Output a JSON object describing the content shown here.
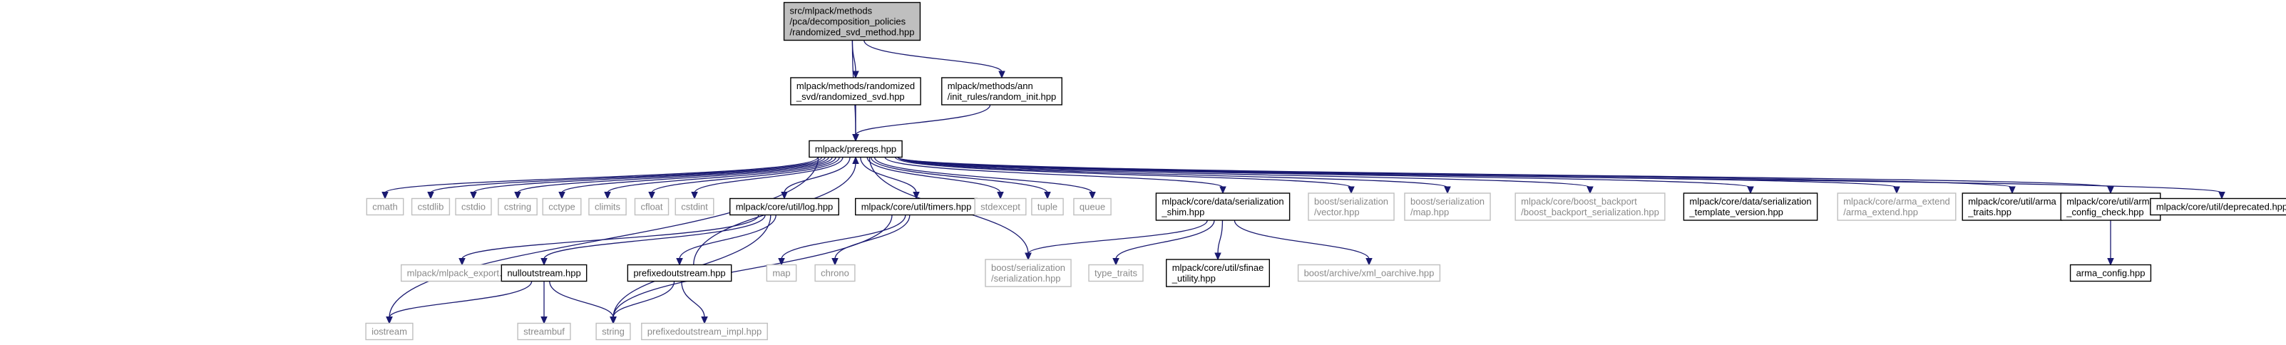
{
  "diagram": {
    "type": "include-dependency-graph",
    "colors": {
      "edge": "#191970",
      "root_fill": "#bfbfbf",
      "root_stroke": "#000000",
      "documented_stroke": "#000000",
      "documented_text": "#000000",
      "external_stroke": "#bfbfbf",
      "external_text": "#8a8a8a",
      "fill": "#ffffff"
    },
    "nodes": [
      {
        "id": "root",
        "kind": "root",
        "lines": [
          "src/mlpack/methods",
          "/pca/decomposition_policies",
          "/randomized_svd_method.hpp"
        ]
      },
      {
        "id": "rsvd",
        "kind": "documented",
        "lines": [
          "mlpack/methods/randomized",
          "_svd/randomized_svd.hpp"
        ]
      },
      {
        "id": "rinit",
        "kind": "documented",
        "lines": [
          "mlpack/methods/ann",
          "/init_rules/random_init.hpp"
        ]
      },
      {
        "id": "prereqs",
        "kind": "documented",
        "lines": [
          "mlpack/prereqs.hpp"
        ]
      },
      {
        "id": "cmath",
        "kind": "external",
        "lines": [
          "cmath"
        ]
      },
      {
        "id": "cstdlib",
        "kind": "external",
        "lines": [
          "cstdlib"
        ]
      },
      {
        "id": "cstdio",
        "kind": "external",
        "lines": [
          "cstdio"
        ]
      },
      {
        "id": "cstring",
        "kind": "external",
        "lines": [
          "cstring"
        ]
      },
      {
        "id": "cctype",
        "kind": "external",
        "lines": [
          "cctype"
        ]
      },
      {
        "id": "climits",
        "kind": "external",
        "lines": [
          "climits"
        ]
      },
      {
        "id": "cfloat",
        "kind": "external",
        "lines": [
          "cfloat"
        ]
      },
      {
        "id": "cstdint",
        "kind": "external",
        "lines": [
          "cstdint"
        ]
      },
      {
        "id": "log",
        "kind": "documented",
        "lines": [
          "mlpack/core/util/log.hpp"
        ]
      },
      {
        "id": "timers",
        "kind": "documented",
        "lines": [
          "mlpack/core/util/timers.hpp"
        ]
      },
      {
        "id": "stdexcept",
        "kind": "external",
        "lines": [
          "stdexcept"
        ]
      },
      {
        "id": "tuple",
        "kind": "external",
        "lines": [
          "tuple"
        ]
      },
      {
        "id": "queue",
        "kind": "external",
        "lines": [
          "queue"
        ]
      },
      {
        "id": "shim",
        "kind": "documented",
        "lines": [
          "mlpack/core/data/serialization",
          "_shim.hpp"
        ]
      },
      {
        "id": "bvector",
        "kind": "external",
        "lines": [
          "boost/serialization",
          "/vector.hpp"
        ]
      },
      {
        "id": "bmap",
        "kind": "external",
        "lines": [
          "boost/serialization",
          "/map.hpp"
        ]
      },
      {
        "id": "bbackport",
        "kind": "external",
        "lines": [
          "mlpack/core/boost_backport",
          "/boost_backport_serialization.hpp"
        ]
      },
      {
        "id": "stv",
        "kind": "documented",
        "lines": [
          "mlpack/core/data/serialization",
          "_template_version.hpp"
        ]
      },
      {
        "id": "armaext",
        "kind": "external",
        "lines": [
          "mlpack/core/arma_extend",
          "/arma_extend.hpp"
        ]
      },
      {
        "id": "armatraits",
        "kind": "documented",
        "lines": [
          "mlpack/core/util/arma",
          "_traits.hpp"
        ]
      },
      {
        "id": "armacfgchk",
        "kind": "documented",
        "lines": [
          "mlpack/core/util/arma",
          "_config_check.hpp"
        ]
      },
      {
        "id": "deprecated",
        "kind": "documented",
        "lines": [
          "mlpack/core/util/deprecated.hpp"
        ]
      },
      {
        "id": "export",
        "kind": "external",
        "lines": [
          "mlpack/mlpack_export.hpp"
        ]
      },
      {
        "id": "nullout",
        "kind": "documented",
        "lines": [
          "nulloutstream.hpp"
        ]
      },
      {
        "id": "prefixout",
        "kind": "documented",
        "lines": [
          "prefixedoutstream.hpp"
        ]
      },
      {
        "id": "map",
        "kind": "external",
        "lines": [
          "map"
        ]
      },
      {
        "id": "chrono",
        "kind": "external",
        "lines": [
          "chrono"
        ]
      },
      {
        "id": "bser",
        "kind": "external",
        "lines": [
          "boost/serialization",
          "/serialization.hpp"
        ]
      },
      {
        "id": "typetraits",
        "kind": "external",
        "lines": [
          "type_traits"
        ]
      },
      {
        "id": "sfinae",
        "kind": "documented",
        "lines": [
          "mlpack/core/util/sfinae",
          "_utility.hpp"
        ]
      },
      {
        "id": "xmlo",
        "kind": "external",
        "lines": [
          "boost/archive/xml_oarchive.hpp"
        ]
      },
      {
        "id": "armacfg",
        "kind": "documented",
        "lines": [
          "arma_config.hpp"
        ]
      },
      {
        "id": "iostream",
        "kind": "external",
        "lines": [
          "iostream"
        ]
      },
      {
        "id": "streambuf",
        "kind": "external",
        "lines": [
          "streambuf"
        ]
      },
      {
        "id": "string",
        "kind": "external",
        "lines": [
          "string"
        ]
      },
      {
        "id": "prefiximpl",
        "kind": "external",
        "lines": [
          "prefixedoutstream_impl.hpp"
        ]
      }
    ],
    "edges": [
      [
        "root",
        "rsvd"
      ],
      [
        "root",
        "rinit"
      ],
      [
        "root",
        "prereqs"
      ],
      [
        "rsvd",
        "prereqs"
      ],
      [
        "rinit",
        "prereqs"
      ],
      [
        "prereqs",
        "cmath"
      ],
      [
        "prereqs",
        "cstdlib"
      ],
      [
        "prereqs",
        "cstdio"
      ],
      [
        "prereqs",
        "cstring"
      ],
      [
        "prereqs",
        "cctype"
      ],
      [
        "prereqs",
        "climits"
      ],
      [
        "prereqs",
        "cfloat"
      ],
      [
        "prereqs",
        "cstdint"
      ],
      [
        "prereqs",
        "log"
      ],
      [
        "prereqs",
        "timers"
      ],
      [
        "prereqs",
        "stdexcept"
      ],
      [
        "prereqs",
        "tuple"
      ],
      [
        "prereqs",
        "queue"
      ],
      [
        "prereqs",
        "shim"
      ],
      [
        "prereqs",
        "bvector"
      ],
      [
        "prereqs",
        "bmap"
      ],
      [
        "prereqs",
        "bbackport"
      ],
      [
        "prereqs",
        "stv"
      ],
      [
        "prereqs",
        "armaext"
      ],
      [
        "prereqs",
        "armatraits"
      ],
      [
        "prereqs",
        "armacfgchk"
      ],
      [
        "prereqs",
        "deprecated"
      ],
      [
        "prereqs",
        "iostream"
      ],
      [
        "prereqs",
        "bser"
      ],
      [
        "log",
        "export"
      ],
      [
        "log",
        "nullout"
      ],
      [
        "log",
        "prefixout"
      ],
      [
        "log",
        "string"
      ],
      [
        "nullout",
        "iostream"
      ],
      [
        "nullout",
        "streambuf"
      ],
      [
        "nullout",
        "string"
      ],
      [
        "prefixout",
        "string"
      ],
      [
        "prefixout",
        "prefiximpl"
      ],
      [
        "prefixout",
        "prereqs"
      ],
      [
        "timers",
        "map"
      ],
      [
        "timers",
        "chrono"
      ],
      [
        "timers",
        "string"
      ],
      [
        "shim",
        "bser"
      ],
      [
        "shim",
        "typetraits"
      ],
      [
        "shim",
        "sfinae"
      ],
      [
        "shim",
        "xmlo"
      ],
      [
        "armacfgchk",
        "armacfg"
      ]
    ]
  }
}
